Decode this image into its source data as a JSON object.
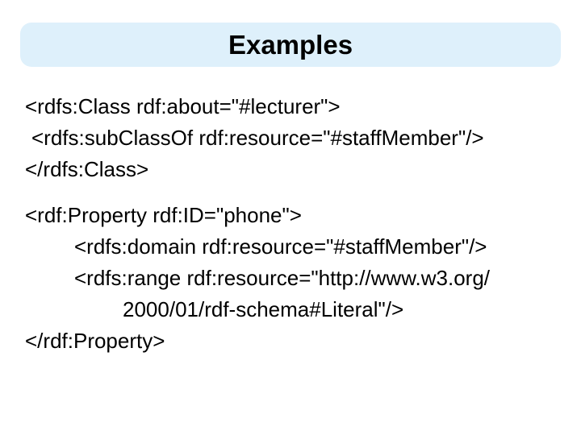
{
  "slide_title": "Examples",
  "colors": {
    "banner_bg": "#def0fb",
    "text": "#000000",
    "background": "#ffffff"
  },
  "code_block_1": {
    "line_0": "<rdfs:Class rdf:about=\"#lecturer\">",
    "line_1": "<rdfs:subClassOf rdf:resource=\"#staffMember\"/>",
    "line_2": "</rdfs:Class>"
  },
  "code_block_2": {
    "line_0": "<rdf:Property rdf:ID=\"phone\">",
    "line_1": "<rdfs:domain rdf:resource=\"#staffMember\"/>",
    "line_2": "<rdfs:range rdf:resource=\"http://www.w3.org/",
    "line_3": "2000/01/rdf-schema#Literal\"/>",
    "line_4": "</rdf:Property>"
  }
}
